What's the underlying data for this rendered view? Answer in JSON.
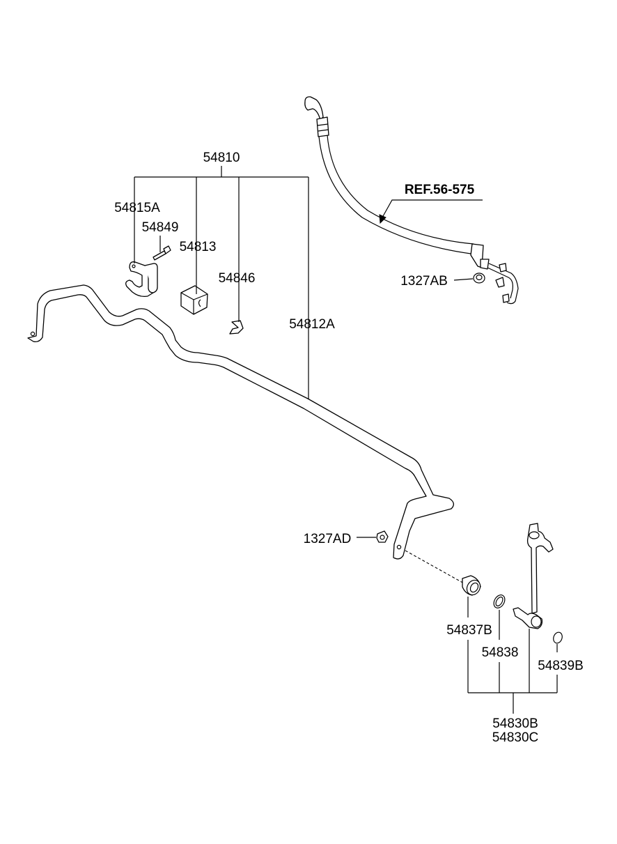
{
  "labels": {
    "p54810": "54810",
    "p54815A": "54815A",
    "p54849": "54849",
    "p54813": "54813",
    "p54846": "54846",
    "p54812A": "54812A",
    "ref": "REF.56-575",
    "p1327AB": "1327AB",
    "p1327AD": "1327AD",
    "p54837B": "54837B",
    "p54838": "54838",
    "p54839B": "54839B",
    "p54830B": "54830B",
    "p54830C": "54830C"
  }
}
